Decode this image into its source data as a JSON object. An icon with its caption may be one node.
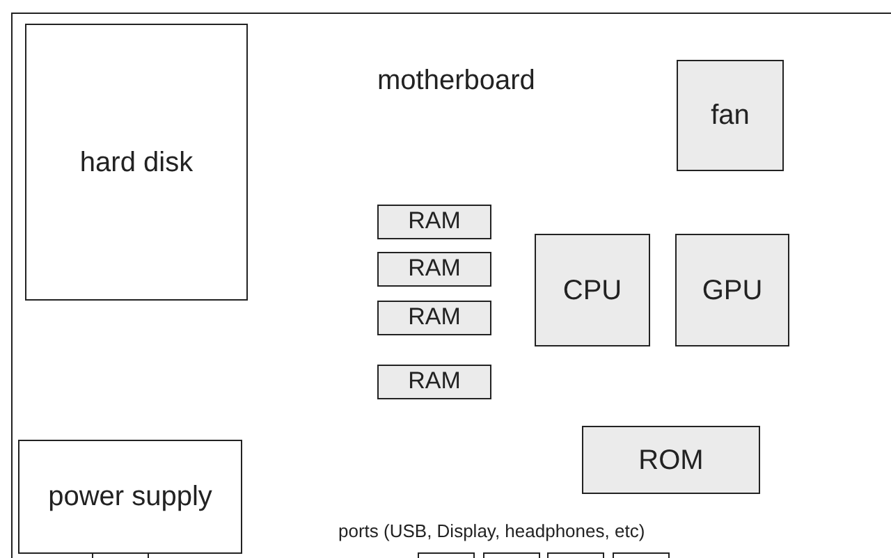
{
  "diagram": {
    "nodes": [
      {
        "text": [
          "motherboard"
        ]
      },
      {
        "text": [
          "hard disk"
        ],
        "in": 0
      },
      {
        "text": [
          "fan"
        ],
        "in": 0
      },
      {
        "text": [
          "RAM"
        ],
        "in": 0
      },
      {
        "text": [
          "RAM"
        ],
        "in": 0
      },
      {
        "text": [
          "RAM"
        ],
        "in": 0
      },
      {
        "text": [
          "RAM"
        ],
        "in": 0
      },
      {
        "text": [
          "CPU"
        ],
        "in": 0
      },
      {
        "text": [
          "GPU"
        ],
        "in": 0
      },
      {
        "text": [
          "ROM"
        ],
        "in": 0
      },
      {
        "text": [
          "power supply"
        ],
        "in": 0
      },
      {
        "text": [],
        "shape": "box",
        "in": 0
      },
      {
        "text": [],
        "shape": "box",
        "in": 0
      },
      {
        "text": [],
        "shape": "box",
        "in": 0
      },
      {
        "text": [],
        "shape": "box",
        "in": 0
      },
      {
        "text": [],
        "shape": "box",
        "in": 0
      }
    ],
    "edges": [],
    "labels": [
      "ports (USB, Display, headphones, etc)"
    ]
  }
}
